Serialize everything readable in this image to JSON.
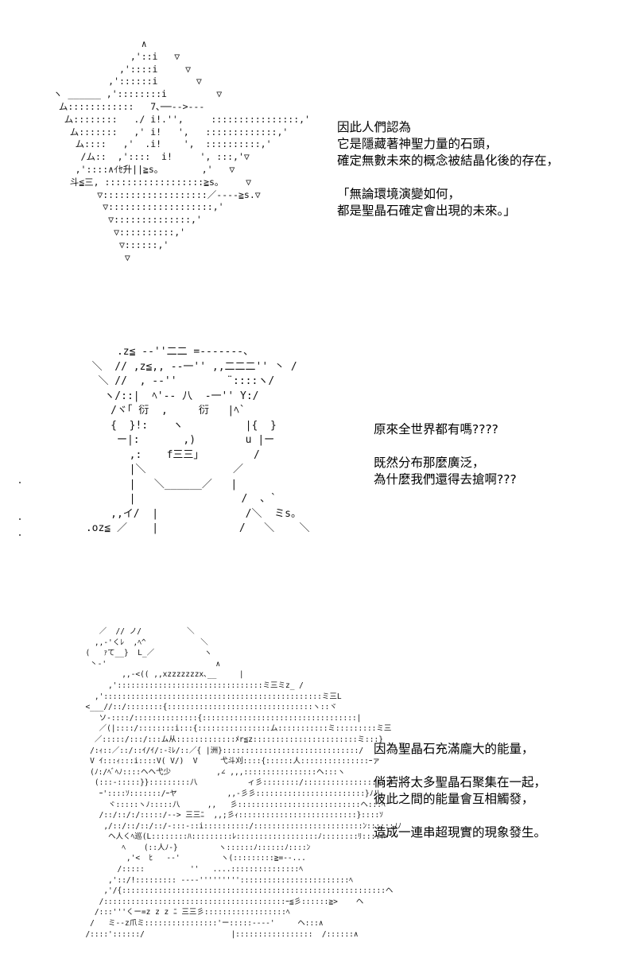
{
  "panels": [
    {
      "art": "                 ∧\n               ,'::i   ▽\n             ,'::::i     ▽\n           ,'::::::i       ▽\n ヽ ______ ,'::::::::i         ▽\n  ム::::::::::::   7､──-->---\n   ム::::::::   ./ i!.'',     ::::::::::::::::,'\n    ム:::::::   ,' i!   ',   :::::::::::::,'\n     ム::::   ,'  .i!    ',  ::::::::::,'\n      /ム::  ,'::::  i!     ', :::,'▽\n     ,'::::∧ｲｾ升||≧s。       ,'   ▽\n    斗≦三, ::::::::::::::::::≧s。    ▽\n         ▽:::::::::::::::::::／----≧s.▽\n          ▽:::::::::::::::::::,'\n           ▽::::::::::::::,'\n            ▽::::::::::,'\n             ▽::::::,'\n              ▽",
      "lines": [
        "因此人們認為",
        "它是隱藏著神聖力量的石頭，",
        "確定無數未來的概念被結晶化後的存在，"
      ],
      "quote": [
        "「無論環境演變如何，",
        "都是聖晶石確定會出現的未來。」"
      ]
    },
    {
      "art": "      .z≦ --''二二 =-------、\n  ＼  // ,z≦,, --一'' ,,二二二'' 丶 /\n   ＼ //  , --''        ¨::::ヽ/\n    ヽ/::|  ﾍ'-- 八  -一'' Y:/\n     /ヾ｢ 衍  ,     衍   |ﾍ`\n     {  }!:    ヽ          |{  }\n      ー|:       ,)        u |ー\n        ,:    f三三」        /\n        |＼              ／\n        |   ＼______／   |\n        |                 /  、`\n     ,,イ/  |              /＼  ミs。\n .oz≦ ／    |             /   ＼    ＼",
      "lines": [
        "原來全世界都有嗎????"
      ],
      "lines2": [
        "既然分布那麼廣泛，",
        "為什麼我們還得去搶啊???"
      ]
    },
    {
      "art": "     ／  // ノ/          ＼\n    ,,-'くﾚ  ,ﾍ^            ＼\n  (   ｧて__}  L_／           ヽ\n   丶-'                        ∧\n          ,,-<(( ,,xzzzzzzzx､__     |\n       ,'::::::::::::::::::::::::::::::::ミ三ミz_ /\n    ,'::::::::::::::::::::::::::::::::::::::::::::::::ミ三L\n  <___//::/::::::::{::::::::::::::::::::::::::::::::ヽ::ヾ\n     ソ-::::/::::::::::::::{::::::::::::::::::::::::::::::::::|\n     ／(|::::/::::::::i:::{::::::::::::::::ム:::::::::::ミ:::::::::ミ三\n    ／:::::/:::/:::ム从:::::::::::::ﾒr≦z:::::::::::::::::::::::ミ:::}\n   /:ｨ::／::/::ｲ/ｲ/:-ﾐﾚ/::／{ |洲}::::::::::::::::::::::::::::::/\n   V ｲ:::ｨ:::i::::V( V/)  V     弋斗刈::::{::::::人:::::::::::::::ｰァ\n   (ﾉ:/ﾍﾞﾍﾉ::::ヘヘ弋少          ,∠ ,,,::::::::::::::::ヘ:::ヽ\n    (:::-:::::}}:::::::::八           ィ彡::::::::/::::::::::::::::)::r'\n     ｰ'::::ｿ:::::::/ｰヤ           ,,-彡彡::::::::::::::::::::::::}ﾉ八\n       ヾ:::::ヽﾉ:::::八      ,,   彡:::::::::::::::::::::::::::ヘ:::ﾍ\n     /::/::/:/:::::/--> 三三ﾆ  ,,;彡ｨ::::::::::::::::::::::::::}::::ｿ\n      ,/::/::/::/::/-:::-::i::::::::::/::::::::::::::::::::::::ﾝ::::::ﾉﾉ\n       ヘ人くﾍ巡(L::::::::ﾊ:::::::::ﾚ::::::::::::::::::ﾉ::::::::ﾘ::::ｲ>\n          ﾍ    (::人ﾉ-}         ヽ::::::ﾉ::::::ﾉ::::ﾝ\n           ,'<  ﾋ   --'         ヽ(:::::::::≧=--...\n         /:::::          ''   ....:::::::::::::::ﾍ\n       ,'::/!::::::::: ----'''''''''::::::::::::::::::::::::ﾍ\n      ,'/{::::::::::::::::::::::::::::::::::::::::::::::::::::::::::ヘ\n     /::::::::::::::::::::::::::::::::::::::::ｰ≦彡::::::≧>    ヘ\n    /:::'''くー=z z z ﾆ 三三彡::::::::::::::::::ﾍ\n   /   ミ--z爪ミ::::::::::::::::'ー:::::----'     ヘ:::∧\n  /::::'::::::/                   |:::::::::::::::::  /::::::∧",
      "lines": [
        "因為聖晶石充滿龐大的能量，"
      ],
      "lines2": [
        "倘若將太多聖晶石聚集在一起，",
        "彼此之間的能量會互相觸發，"
      ],
      "lines3": [
        "造成一連串超現實的現象發生。"
      ]
    }
  ]
}
